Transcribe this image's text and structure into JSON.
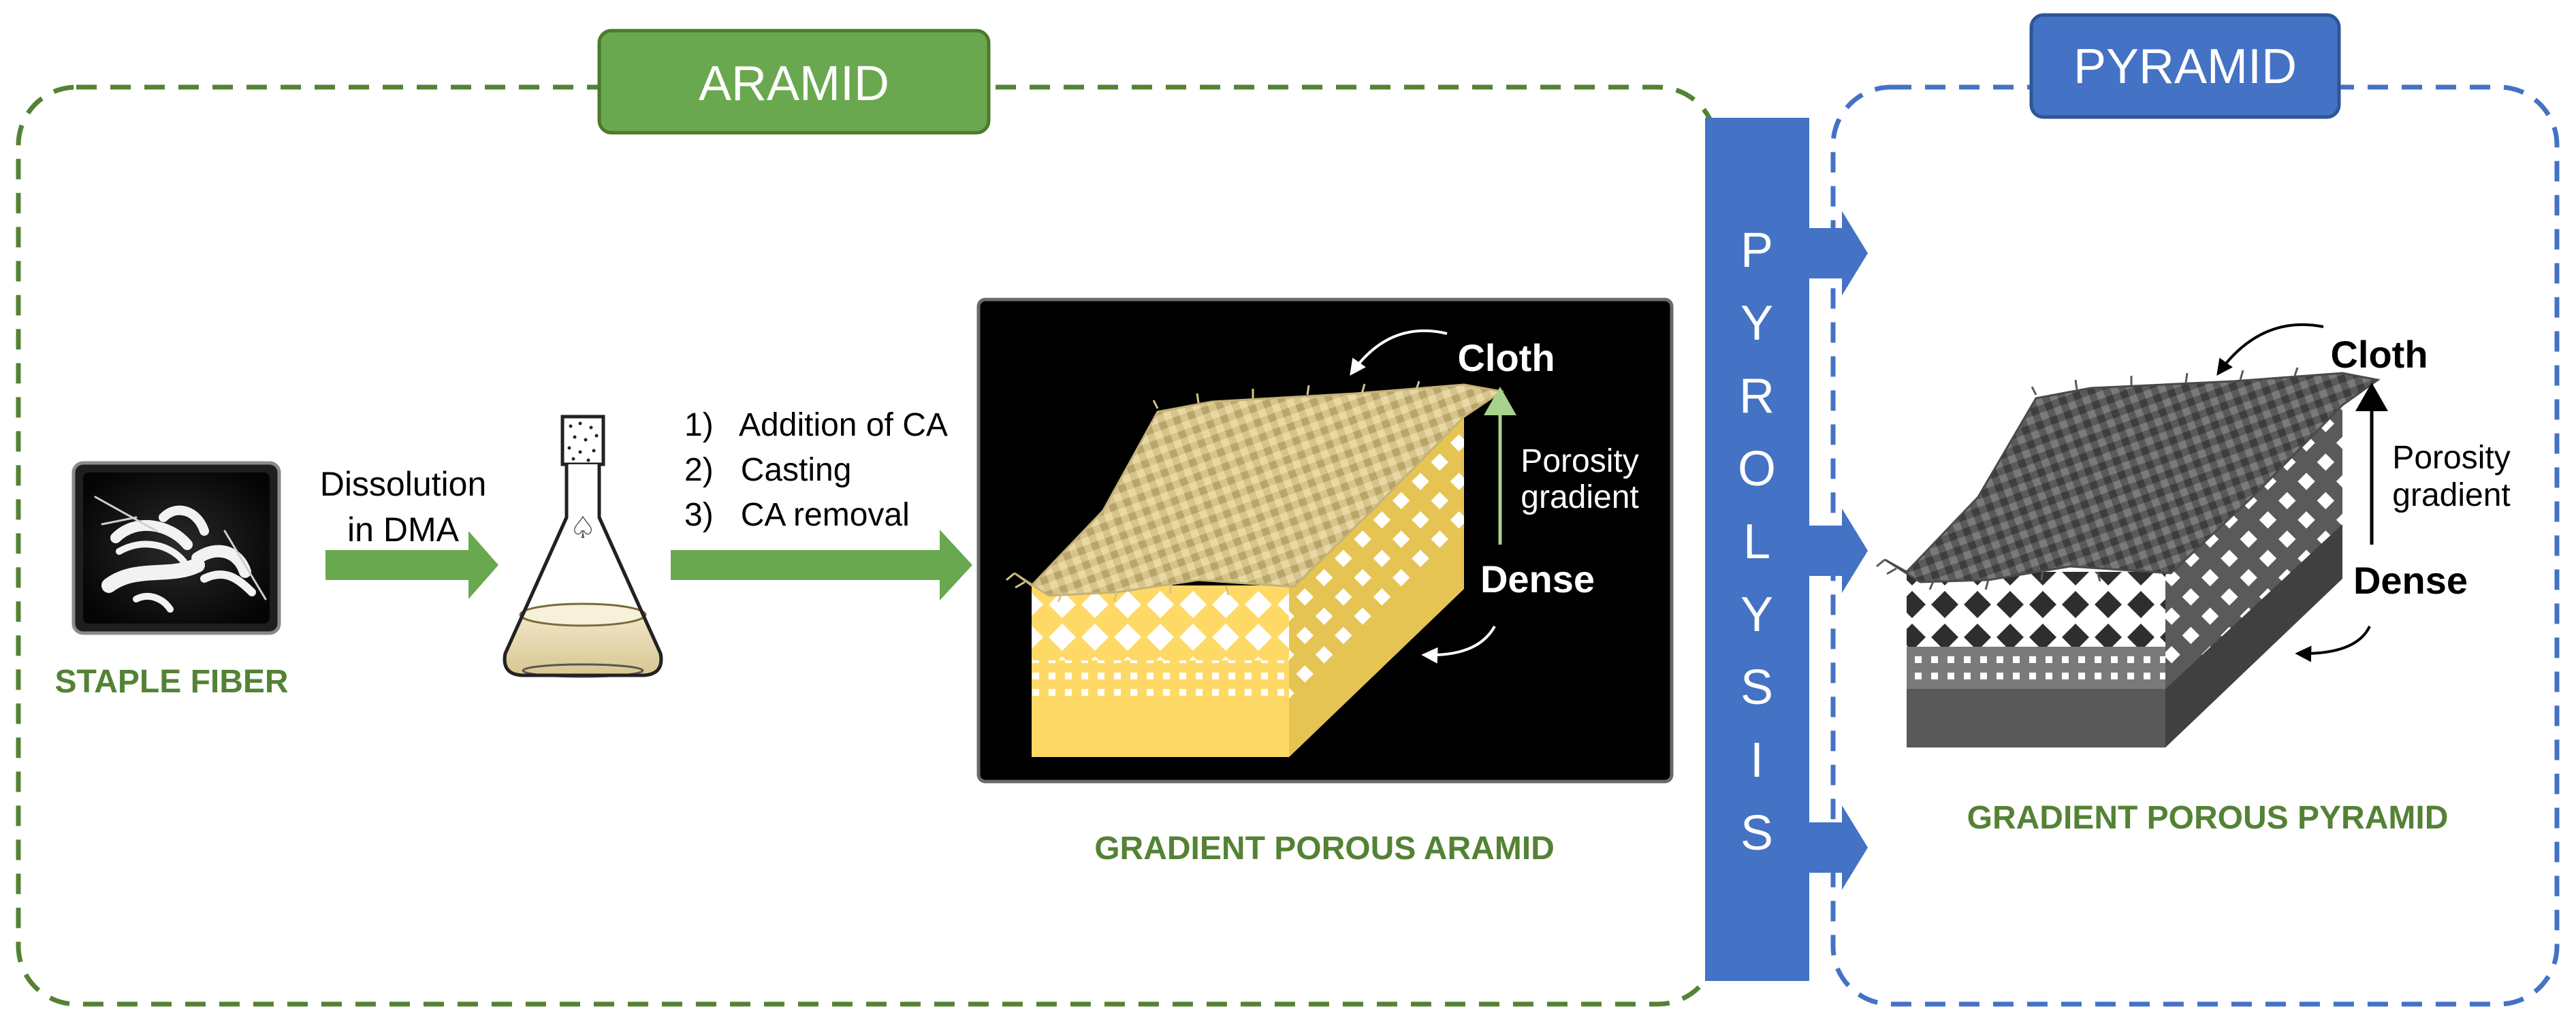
{
  "aramid": {
    "title": "ARAMID",
    "staple_label": "STAPLE FIBER",
    "dissolution": [
      "Dissolution",
      "in DMA"
    ],
    "steps": [
      "1)   Addition of CA",
      "2)   Casting",
      "3)   CA removal"
    ],
    "block_label": "GRADIENT POROUS ARAMID",
    "cloth": "Cloth",
    "porosity": [
      "Porosity",
      "gradient"
    ],
    "dense": "Dense"
  },
  "pyrolysis": {
    "letters": [
      "P",
      "Y",
      "R",
      "O",
      "L",
      "Y",
      "S",
      "I",
      "S"
    ]
  },
  "pyramid": {
    "title": "PYRAMID",
    "block_label": "GRADIENT POROUS PYRAMID",
    "cloth": "Cloth",
    "porosity": [
      "Porosity",
      "gradient"
    ],
    "dense": "Dense"
  },
  "colors": {
    "green": "#6aa84f",
    "green_dark": "#4b7a2a",
    "green_text": "#548235",
    "blue": "#4472c4",
    "blue_dark": "#2f5597",
    "gold_front": "#ffd966",
    "gold_side": "#e6c454",
    "gold_cloth": "#d6c48a",
    "grey_front": "#595959",
    "grey_side": "#404040",
    "grey_cloth": "#5a5a5a"
  }
}
